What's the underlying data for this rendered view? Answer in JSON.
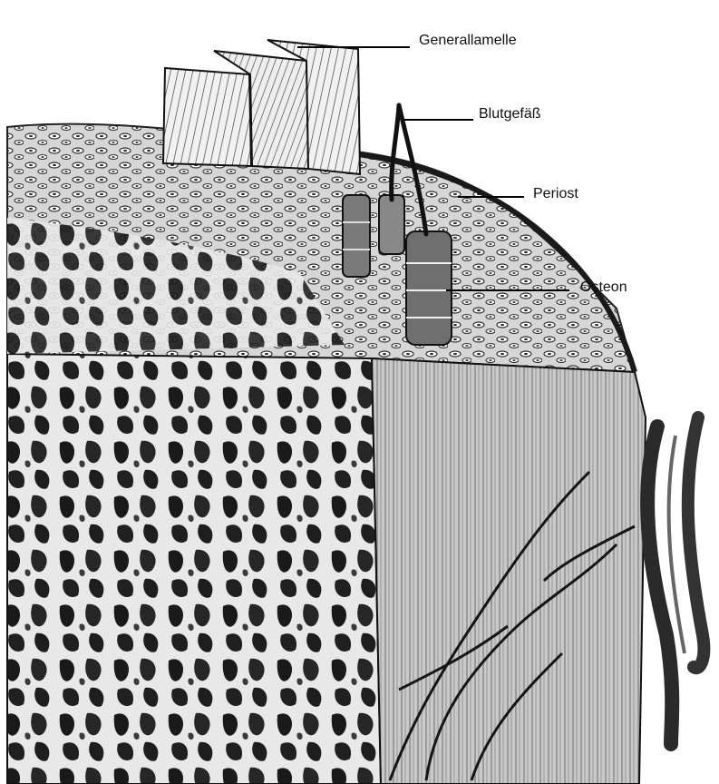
{
  "figure": {
    "colors": {
      "background": "#ffffff",
      "bone_light": "#e4e4e4",
      "bone_mid": "#9a9a9a",
      "bone_dark": "#1c1c1c",
      "line": "#000000"
    },
    "labels": [
      {
        "id": "generallamelle",
        "text": "Generallamelle"
      },
      {
        "id": "blutgefaess",
        "text": "Blutgefäß"
      },
      {
        "id": "periost",
        "text": "Periost"
      },
      {
        "id": "osteon",
        "text": "Osteon"
      }
    ]
  }
}
